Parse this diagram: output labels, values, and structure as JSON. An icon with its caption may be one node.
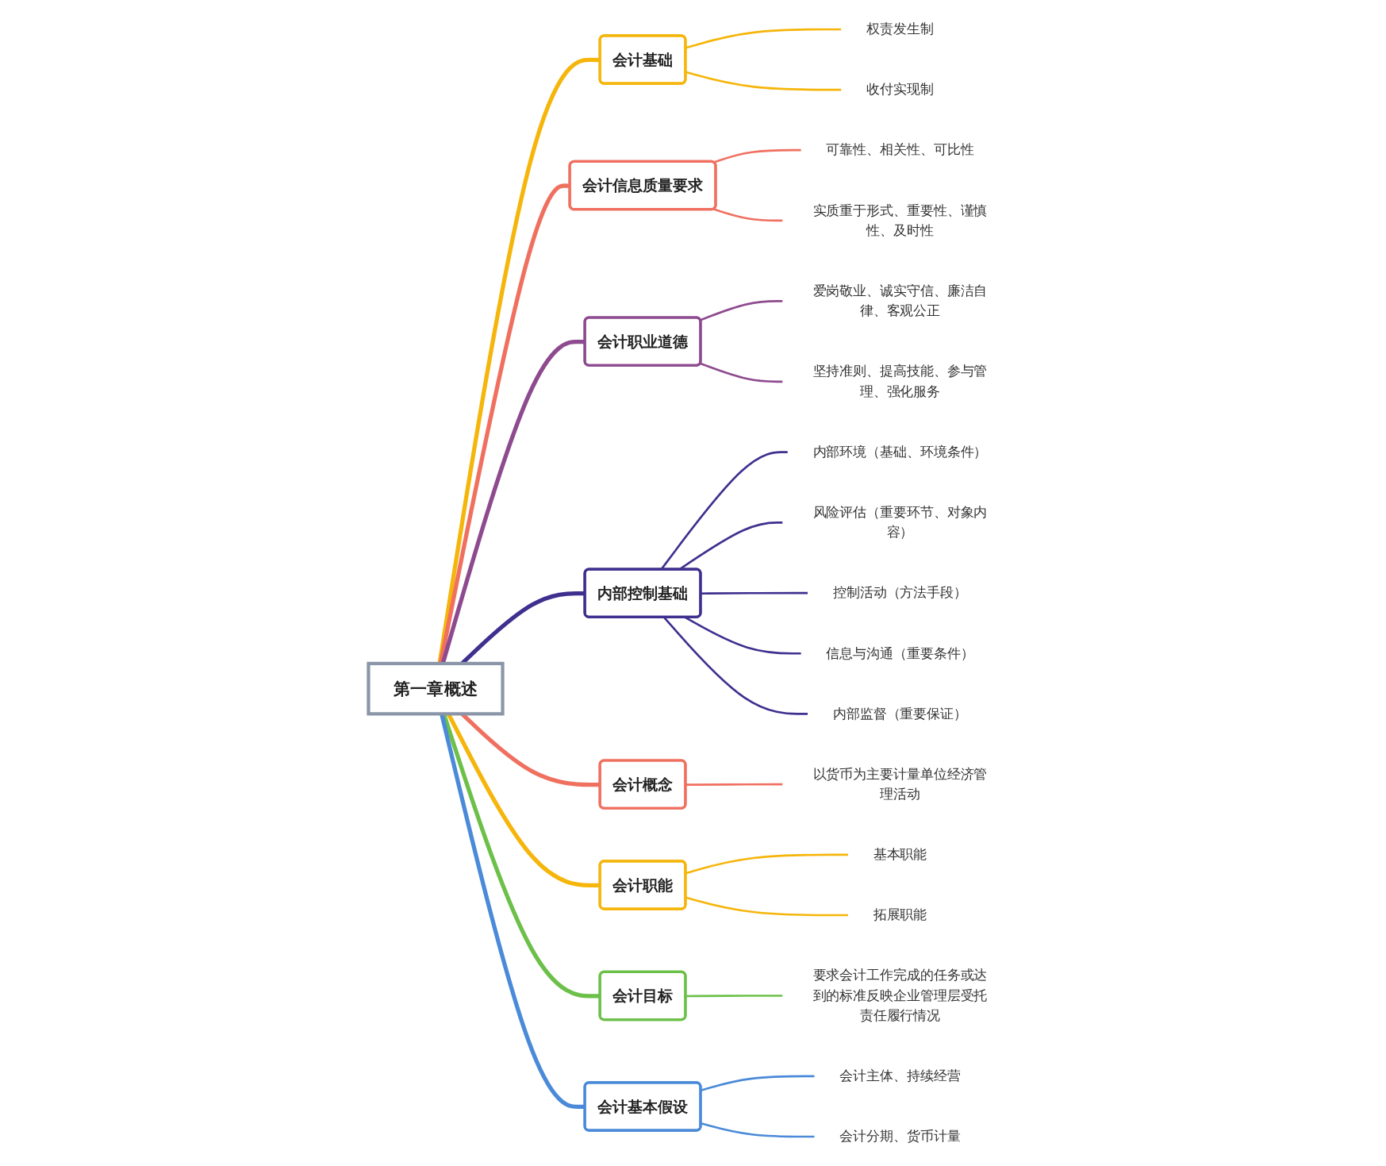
{
  "diagram": {
    "nodes": [
      {
        "text": [
          "第一章概述"
        ]
      },
      {
        "text": [
          "会计基础"
        ]
      },
      {
        "text": [
          "权责发生制"
        ]
      },
      {
        "text": [
          "收付实现制"
        ]
      },
      {
        "text": [
          "会计信息质量要求"
        ]
      },
      {
        "text": [
          "可靠性、相关性、可比性"
        ]
      },
      {
        "text": [
          "实质重于形式、重要性、谨慎性、及时性"
        ]
      },
      {
        "text": [
          "会计职业道德"
        ]
      },
      {
        "text": [
          "爱岗敬业、诚实守信、廉洁自律、客观公正"
        ]
      },
      {
        "text": [
          "坚持准则、提高技能、参与管理、强化服务"
        ]
      },
      {
        "text": [
          "内部控制基础"
        ]
      },
      {
        "text": [
          "内部环境（基础、环境条件）"
        ]
      },
      {
        "text": [
          "风险评估（重要环节、对象内容）"
        ]
      },
      {
        "text": [
          "控制活动（方法手段）"
        ]
      },
      {
        "text": [
          "信息与沟通（重要条件）"
        ]
      },
      {
        "text": [
          "内部监督（重要保证）"
        ]
      },
      {
        "text": [
          "会计概念"
        ]
      },
      {
        "text": [
          "以货币为主要计量单位经济管理活动"
        ]
      },
      {
        "text": [
          "会计职能"
        ]
      },
      {
        "text": [
          "基本职能"
        ]
      },
      {
        "text": [
          "拓展职能"
        ]
      },
      {
        "text": [
          "会计目标"
        ]
      },
      {
        "text": [
          "要求会计工作完成的任务或达到的标准反映企业管理层受托责任履行情况"
        ]
      },
      {
        "text": [
          "会计基本假设"
        ]
      },
      {
        "text": [
          "会计主体、持续经营"
        ]
      },
      {
        "text": [
          "会计分期、货币计量"
        ]
      }
    ],
    "edges": [
      {
        "from": 0,
        "to": 1,
        "arrow": "none",
        "style": "thick",
        "color": "#f5b50a"
      },
      {
        "from": 1,
        "to": 2,
        "arrow": "none",
        "color": "#f5b50a"
      },
      {
        "from": 1,
        "to": 3,
        "arrow": "none",
        "color": "#f5b50a"
      },
      {
        "from": 0,
        "to": 4,
        "arrow": "none",
        "style": "thick",
        "color": "#f07060"
      },
      {
        "from": 4,
        "to": 5,
        "arrow": "none",
        "color": "#f07060"
      },
      {
        "from": 4,
        "to": 6,
        "arrow": "none",
        "color": "#f07060"
      },
      {
        "from": 0,
        "to": 7,
        "arrow": "none",
        "style": "thick",
        "color": "#8e4a8e"
      },
      {
        "from": 7,
        "to": 8,
        "arrow": "none",
        "color": "#8e4a8e"
      },
      {
        "from": 7,
        "to": 9,
        "arrow": "none",
        "color": "#8e4a8e"
      },
      {
        "from": 0,
        "to": 10,
        "arrow": "none",
        "style": "thick",
        "color": "#3f2f8f"
      },
      {
        "from": 10,
        "to": 11,
        "arrow": "none",
        "color": "#3f2f8f"
      },
      {
        "from": 10,
        "to": 12,
        "arrow": "none",
        "color": "#3f2f8f"
      },
      {
        "from": 10,
        "to": 13,
        "arrow": "none",
        "color": "#3f2f8f"
      },
      {
        "from": 10,
        "to": 14,
        "arrow": "none",
        "color": "#3f2f8f"
      },
      {
        "from": 10,
        "to": 15,
        "arrow": "none",
        "color": "#3f2f8f"
      },
      {
        "from": 0,
        "to": 16,
        "arrow": "none",
        "style": "thick",
        "color": "#f07060"
      },
      {
        "from": 16,
        "to": 17,
        "arrow": "none",
        "color": "#f07060"
      },
      {
        "from": 0,
        "to": 18,
        "arrow": "none",
        "style": "thick",
        "color": "#f5b50a"
      },
      {
        "from": 18,
        "to": 19,
        "arrow": "none",
        "color": "#f5b50a"
      },
      {
        "from": 18,
        "to": 20,
        "arrow": "none",
        "color": "#f5b50a"
      },
      {
        "from": 0,
        "to": 21,
        "arrow": "none",
        "style": "thick",
        "color": "#6cc04a"
      },
      {
        "from": 21,
        "to": 22,
        "arrow": "none",
        "color": "#6cc04a"
      },
      {
        "from": 0,
        "to": 23,
        "arrow": "none",
        "style": "thick",
        "color": "#4a8ad8"
      },
      {
        "from": 23,
        "to": 24,
        "arrow": "none",
        "color": "#4a8ad8"
      },
      {
        "from": 23,
        "to": 25,
        "arrow": "none",
        "color": "#4a8ad8"
      }
    ]
  }
}
